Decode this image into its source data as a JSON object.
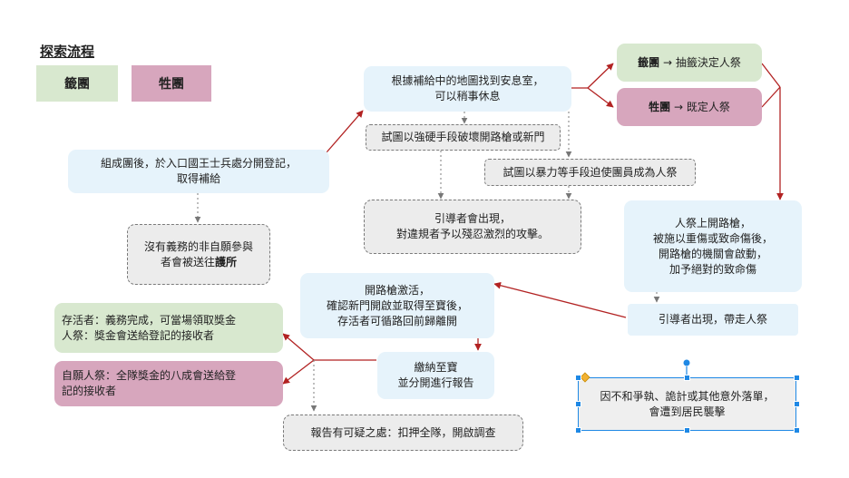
{
  "legend": {
    "title": "探索流程",
    "lottery": "籤團",
    "sacrifice": "牲團"
  },
  "nodes": {
    "register": [
      "組成團後，於入口國王士兵處分開登記，",
      "取得補給"
    ],
    "no_obligation": [
      "沒有義務的非自願參與",
      "者會被送往"
    ],
    "no_obligation_bold": "護所",
    "find_room": [
      "根據補給中的地圖找到安息室，",
      "可以稍事休息"
    ],
    "lottery_pick_prefix": "籤團",
    "lottery_pick_suffix": " → 抽籤決定人祭",
    "sacrifice_pick_prefix": "牲團",
    "sacrifice_pick_suffix": " → 既定人祭",
    "force_open": "試圖以強硬手段破壞開路槍或新門",
    "force_sacrifice": "試圖以暴力等手段迫使團員成為人祭",
    "guide_attack": [
      "引導者會出現，",
      "對違規者予以殘忍激烈的攻擊。"
    ],
    "on_altar": [
      "人祭上開路槍，",
      "被施以重傷或致命傷後，",
      "開路槍的機關會啟動，",
      "加予絕對的致命傷"
    ],
    "guide_take": "引導者出現，帶走人祭",
    "activate": [
      "開路槍激活，",
      "確認新門開啟並取得至寶後，",
      "存活者可循路回前歸離開"
    ],
    "deliver": [
      "繳納至寶",
      "並分開進行報告"
    ],
    "survivor": [
      "存活者：義務完成，可當場領取獎金",
      "人祭：獎金會送給登記的接收者"
    ],
    "volunteer": [
      "自願人祭：全隊獎金的八成會送給登",
      "記的接收者"
    ],
    "suspicious": "報告有可疑之處：扣押全隊，開啟調查",
    "dispute": [
      "因不和爭執、詭計或其他意外落單，",
      "會遭到居民襲擊"
    ]
  },
  "colors": {
    "blue": "#e6f3fb",
    "gray": "#ececec",
    "green": "#d8e8cf",
    "pink": "#d7a6bd",
    "arrow": "#b22222",
    "dashed": "#888888",
    "selection": "#1e88e5"
  }
}
